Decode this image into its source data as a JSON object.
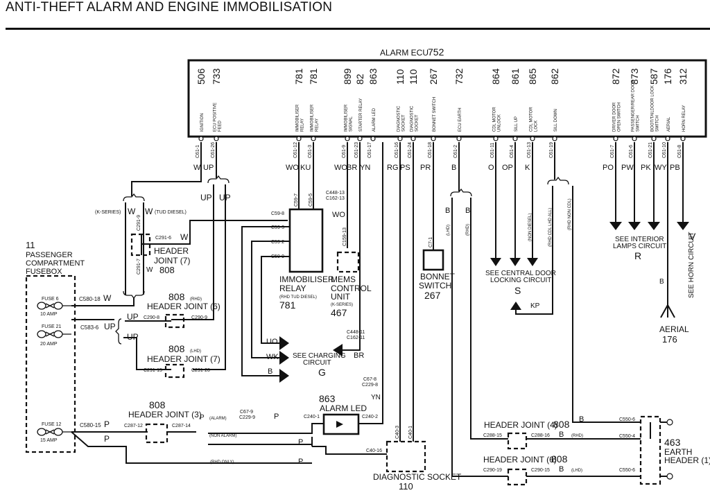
{
  "page": {
    "title": "ANTI-THEFT ALARM AND ENGINE IMMOBILISATION"
  },
  "ecu": {
    "label": "ALARM ECU",
    "number": "752",
    "pins": [
      {
        "ref": "506",
        "desc": "IGNITION",
        "connector": "C61-1",
        "wire": "W"
      },
      {
        "ref": "733",
        "desc": "ECU POSITIVE FEED",
        "connector": "C61-26",
        "wire": "UP"
      },
      {
        "ref": "781",
        "desc": "IMMOBILISER RELAY",
        "connector": "C61-12",
        "wire": "WO"
      },
      {
        "ref": "781",
        "desc": "IMMOBILISER RELAY",
        "connector": "C61-3",
        "wire": "KU"
      },
      {
        "ref": "899",
        "desc": "IMMOBILISER SIGNAL",
        "connector": "C61-9",
        "wire": "WO"
      },
      {
        "ref": "82",
        "desc": "STARTER RELAY",
        "connector": "C61-23",
        "wire": "BR"
      },
      {
        "ref": "863",
        "desc": "ALARM LED",
        "connector": "C61-17",
        "wire": "YN"
      },
      {
        "ref": "110",
        "desc": "DIAGNOSTIC SOCKET",
        "connector": "C61-16",
        "wire": "RG"
      },
      {
        "ref": "110",
        "desc": "DIAGNOSTIC SOCKET",
        "connector": "C61-24",
        "wire": "PS"
      },
      {
        "ref": "267",
        "desc": "BONNET SWITCH",
        "connector": "C61-18",
        "wire": "PR"
      },
      {
        "ref": "732",
        "desc": "ECU EARTH",
        "connector": "C61-2",
        "wire": "B"
      },
      {
        "ref": "864",
        "desc": "CDL MOTOR UNLOCK",
        "connector": "C61-11",
        "wire": "O"
      },
      {
        "ref": "861",
        "desc": "SILL UP",
        "connector": "C61-4",
        "wire": "OP"
      },
      {
        "ref": "865",
        "desc": "CDL MOTOR LOCK",
        "connector": "C61-13",
        "wire": "K"
      },
      {
        "ref": "862",
        "desc": "SILL DOWN",
        "connector": "C61-19",
        "wire": ""
      },
      {
        "ref": "872",
        "desc": "DRIVER DOOR OPEN SWITCH",
        "connector": "C61-7",
        "wire": "PO"
      },
      {
        "ref": "873",
        "desc": "PASSENGER/REAR DOOR SWITCH",
        "connector": "C61-6",
        "wire": "PW"
      },
      {
        "ref": "587",
        "desc": "BOOT/TAILDOOR LOCK SWITCH",
        "connector": "C61-21",
        "wire": "PK"
      },
      {
        "ref": "176",
        "desc": "AERIAL",
        "connector": "C61-10",
        "wire": "WY"
      },
      {
        "ref": "312",
        "desc": "HORN RELAY",
        "connector": "C61-8",
        "wire": "PB"
      }
    ]
  },
  "labels": {
    "ks_series": "(K-SERIES)",
    "tud_diesel": "(TUD DIESEL)",
    "w": "W",
    "up": "UP",
    "wo": "WO",
    "b": "B",
    "p": "P",
    "yn": "YN",
    "kp": "KP",
    "br": "BR",
    "uo": "UO",
    "wk": "WK",
    "v": "V",
    "rhd": "(RHD)",
    "lhd": "(LHD)",
    "alarm": "(ALARM)",
    "non_alarm": "(NON ALARM)",
    "rhd_only": "(RHD ONLY)",
    "non_diesel": "(NON DIESEL)",
    "cdl_lhd_all": "(RHD CDL LHD ALL)",
    "rhd_non_cdl": "(RHD NON CDL)",
    "rhd_tud_diesel": "(RHD TUD DIESEL)"
  },
  "connectors": {
    "c291_9": "C291-9",
    "c291_6": "C291-6",
    "c291_7": "C291-7",
    "c59_7": "C59-7",
    "c59_5": "C59-5",
    "c59_8": "C59-8",
    "c59_3": "C59-3",
    "c59_2": "C59-2",
    "c59_9": "C59-9",
    "c448_13": "C448-13",
    "c162_13": "C162-13",
    "c159_13": "C159-13",
    "c448_11": "C448-11",
    "c162_11": "C162-11",
    "c67_8": "C67-8",
    "c229_8": "C229-8",
    "c7_1": "C7-1",
    "c580_18": "C580-18",
    "c583_6": "C583-6",
    "c580_15": "C580-15",
    "c290_8": "C290-8",
    "c290_9": "C290-9",
    "c291_15": "C291-15",
    "c291_20": "C291-20",
    "c287_12": "C287-12",
    "c287_14": "C287-14",
    "c67_9": "C67-9",
    "c229_9": "C229-9",
    "c240_1": "C240-1",
    "c240_2": "C240-2",
    "c40_3": "C40-3",
    "c40_1": "C40-1",
    "c40_16": "C40-16",
    "c288_15": "C288-15",
    "c288_16": "C288-16",
    "c290_19": "C290-19",
    "c290_15": "C290-15",
    "c550_6": "C550-6",
    "c550_4": "C550-4"
  },
  "components": {
    "fusebox": {
      "number": "11",
      "line1": "PASSENGER",
      "line2": "COMPARTMENT",
      "line3": "FUSEBOX"
    },
    "fuses": [
      {
        "name": "FUSE 6",
        "rating": "10 AMP"
      },
      {
        "name": "FUSE 21",
        "rating": "20 AMP"
      },
      {
        "name": "FUSE 12",
        "rating": "15 AMP"
      }
    ],
    "hj7_top": {
      "line1": "HEADER",
      "line2": "JOINT (7)",
      "number": "808"
    },
    "hj6": {
      "number": "808",
      "qual": "(RHD)",
      "name": "HEADER JOINT (6)"
    },
    "hj7": {
      "number": "808",
      "qual": "(LHD)",
      "name": "HEADER JOINT (7)"
    },
    "hj3": {
      "number": "808",
      "name": "HEADER JOINT (3)"
    },
    "hj4": {
      "name": "HEADER JOINT (4)",
      "number": "808"
    },
    "hj6b": {
      "name": "HEADER JOINT (6)",
      "number": "808"
    },
    "immobiliser": {
      "line1": "IMMOBILISER",
      "line2": "RELAY",
      "qual": "(RHD TUD DIESEL)",
      "number": "781"
    },
    "mems": {
      "line1": "MEMS",
      "line2": "CONTROL",
      "line3": "UNIT",
      "qual": "(K-SERIES)",
      "number": "467"
    },
    "bonnet": {
      "line1": "BONNET",
      "line2": "SWITCH",
      "number": "267"
    },
    "charging": {
      "line1": "SEE CHARGING",
      "line2": "CIRCUIT",
      "code": "G"
    },
    "cdl": {
      "line1": "SEE CENTRAL DOOR",
      "line2": "LOCKING CIRCUIT",
      "code": "S"
    },
    "interior": {
      "line1": "SEE INTERIOR",
      "line2": "LAMPS CIRCUIT",
      "code": "R"
    },
    "horn": {
      "text": "SEE HORN CIRCUIT"
    },
    "aerial": {
      "name": "AERIAL",
      "number": "176"
    },
    "alarm_led": {
      "number": "863",
      "name": "ALARM LED"
    },
    "diag": {
      "name": "DIAGNOSTIC SOCKET",
      "number": "110"
    },
    "earth": {
      "number": "463",
      "line1": "EARTH",
      "line2": "HEADER (1)"
    }
  }
}
